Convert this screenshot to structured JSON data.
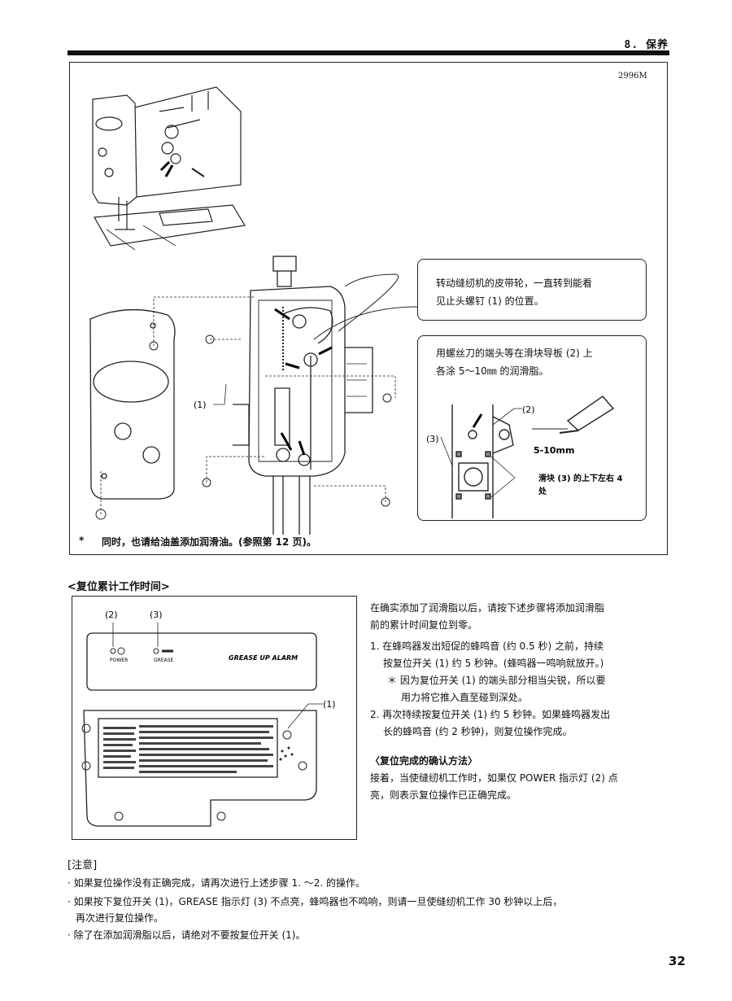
{
  "header": {
    "section": "8. 保养"
  },
  "figure_code": "2996M",
  "top_figure": {
    "label_1": "(1)",
    "label_2": "(2)",
    "label_3": "(3)",
    "dim": "5-10mm",
    "slider_note_line1": "滑块 (3) 的上下左右 4",
    "slider_note_line2": "处"
  },
  "callout_1": {
    "line1": "转动缝纫机的皮带轮，一直转到能看",
    "line2": "见止头螺钉 (1) 的位置。"
  },
  "callout_2": {
    "line1": "用螺丝刀的端头等在滑块导板 (2) 上",
    "line2": "各涂 5～10㎜ 的润滑脂。"
  },
  "footnote": {
    "mark": "*",
    "text": "同时，也请给油盖添加润滑油。(参照第 12 页)。"
  },
  "reset_section": {
    "heading": "<复位累计工作时间>"
  },
  "panel": {
    "label_2": "(2)",
    "label_3": "(3)",
    "label_1": "(1)",
    "power": "POWER",
    "grease": "GREASE",
    "alarm": "GREASE UP ALARM"
  },
  "instructions": {
    "intro_1": "在确实添加了润滑脂以后，请按下述步骤将添加润滑脂",
    "intro_2": "前的累计时间复位到零。",
    "s1_a": "1. 在蜂鸣器发出短促的蜂鸣音 (约 0.5 秒) 之前，持续",
    "s1_b": "按复位开关 (1) 约 5 秒钟。(蜂鸣器一鸣响就放开。)",
    "s1_c": "＊ 因为复位开关 (1) 的端头部分相当尖锐，所以要",
    "s1_d": "用力将它推入直至碰到深处。",
    "s2_a": "2. 再次持续按复位开关 (1) 约 5 秒钟。如果蜂鸣器发出",
    "s2_b": "长的蜂鸣音 (约 2 秒钟)，则复位操作完成。",
    "confirm_title": "〈复位完成的确认方法〉",
    "confirm_1": "接着，当使缝纫机工作时，如果仅 POWER 指示灯 (2) 点",
    "confirm_2": "亮，则表示复位操作已正确完成。"
  },
  "notes": {
    "title": "[注意]",
    "n1": "· 如果复位操作没有正确完成，请再次进行上述步骤 1. ～2. 的操作。",
    "n2a": "· 如果按下复位开关 (1)，GREASE 指示灯 (3) 不点亮，蜂鸣器也不鸣响，则请一旦使缝纫机工作 30 秒钟以上后，",
    "n2b": "再次进行复位操作。",
    "n3": "· 除了在添加润滑脂以后，请绝对不要按复位开关 (1)。"
  },
  "page_number": "32"
}
